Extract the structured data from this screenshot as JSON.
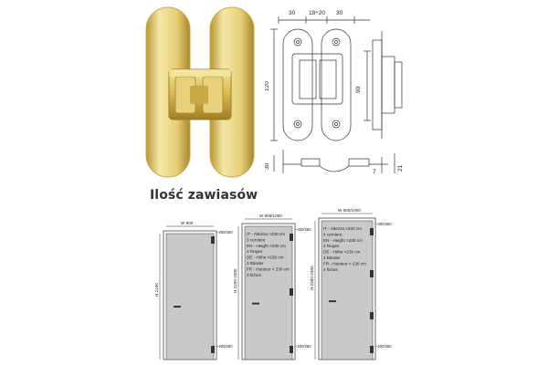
{
  "section_title": "Ilość zawiasów",
  "drawing": {
    "dim_left": "30",
    "dim_middle": "18÷20",
    "dim_right": "30",
    "dim_height": "120",
    "dim_inner": "90",
    "dim_bottom_left": "30",
    "dim_bottom_small": "7",
    "dim_bottom_right": "21"
  },
  "doors": [
    {
      "width_label": "W 900",
      "height_label": "H 2100",
      "top_gap": "~200/250",
      "bottom_gap": "~200/250",
      "legend": []
    },
    {
      "width_label": "W 900/1000",
      "height_label": "H 2200-2300",
      "top_gap": "~200/250",
      "bottom_gap": "~200/250",
      "legend": [
        "IT - Altezza >230 cm",
        "3 cerniere",
        "EN - Height <230 cm",
        "3 hinges",
        "DE - Höhe >230 cm",
        "3 Bänder",
        "FR - Hauteur > 230 cm",
        "3 fiches"
      ]
    },
    {
      "width_label": "W 900/1000",
      "height_label": "H 2300-2450",
      "top_gap": "~200/250",
      "bottom_gap": "~200/250",
      "legend": [
        "IT - Altezza >230 cm",
        "4 cerniere",
        "EN - Height >230 cm",
        "4 hinges",
        "DE - Höhe >230 cm",
        "4 Bänder",
        "FR - Hauteur > 230 cm",
        "4 fiches"
      ]
    }
  ],
  "colors": {
    "gold_light": "#f2e4a0",
    "gold_mid": "#d9bf5c",
    "gold_dark": "#a8862a",
    "door_fill": "#c9c9c9"
  }
}
